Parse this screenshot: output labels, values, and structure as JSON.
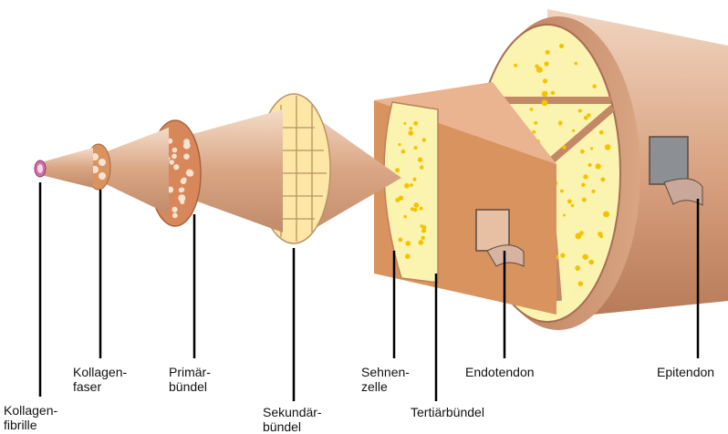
{
  "labels": {
    "kollagenfibrille": [
      "Kollagen-",
      "fibrille"
    ],
    "kollagenfaser": [
      "Kollagen-",
      "faser"
    ],
    "primaerbuendel": [
      "Primär-",
      "bündel"
    ],
    "sekundaerbuendel": [
      "Sekundär-",
      "bündel"
    ],
    "sehnenzelle": [
      "Sehnen-",
      "zelle"
    ],
    "tertiaerbuendel": "Tertiärbündel",
    "endotendon": "Endotendon",
    "epitendon": "Epitendon"
  },
  "colors": {
    "tendon_light": "#f0d2bd",
    "tendon_mid": "#d9a583",
    "tendon_dark": "#b77a58",
    "fascicle_fill": "#fbf3b0",
    "cell_yellow": "#f4c300",
    "fibril_pink": "#d36fa8",
    "primary_disc": "#d8875a",
    "pointer_line": "#000000"
  }
}
